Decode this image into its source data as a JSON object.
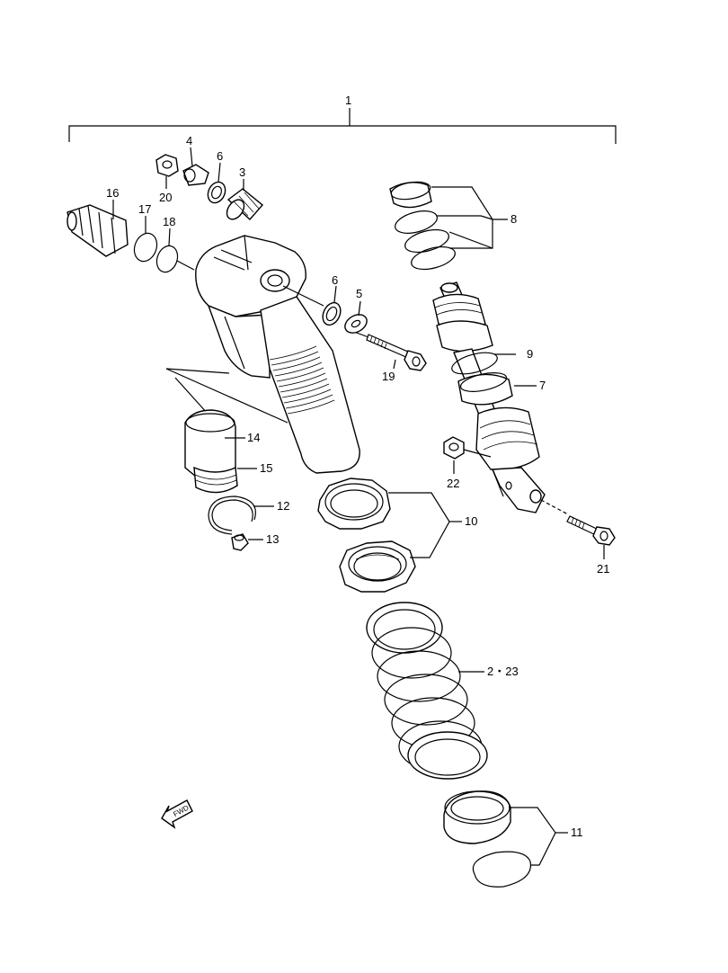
{
  "diagram": {
    "callouts": {
      "c1": "1",
      "c2_23": "2・23",
      "c3": "3",
      "c4": "4",
      "c5": "5",
      "c6a": "6",
      "c6b": "6",
      "c7": "7",
      "c8": "8",
      "c9": "9",
      "c10": "10",
      "c11": "11",
      "c12": "12",
      "c13": "13",
      "c14": "14",
      "c15": "15",
      "c16": "16",
      "c17": "17",
      "c18": "18",
      "c19": "19",
      "c20": "20",
      "c21": "21",
      "c22": "22"
    },
    "fwd_label": "FWD"
  }
}
